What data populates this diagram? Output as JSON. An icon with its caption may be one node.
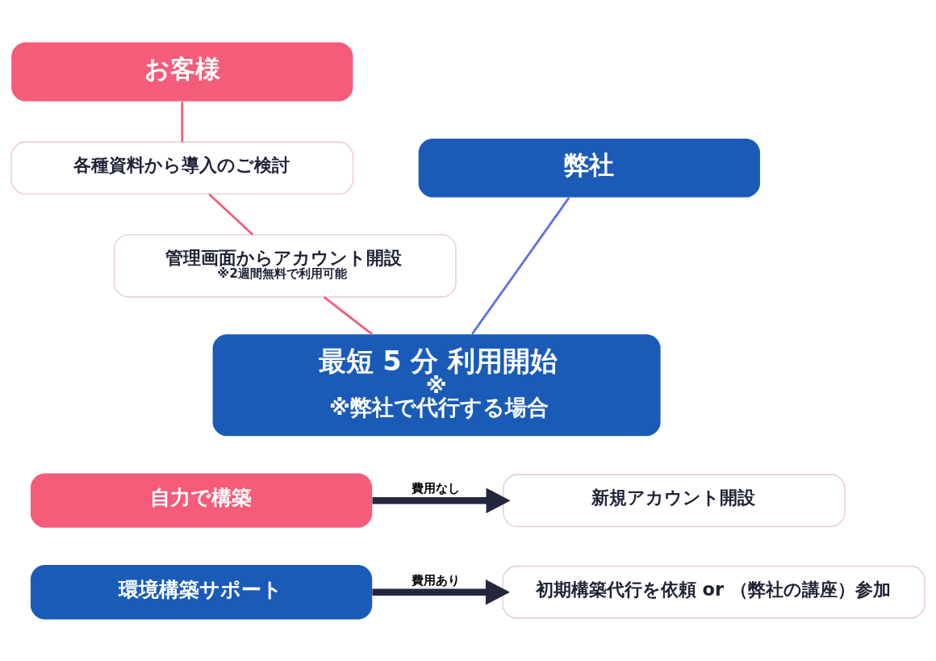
{
  "diagram": {
    "nodes": [
      {
        "text": [
          "お客様"
        ]
      },
      {
        "text": [
          "各種資料から導入のご検討"
        ]
      },
      {
        "text": [
          "弊社"
        ]
      },
      {
        "text": [
          "管理画面からアカウント開設",
          "※2週間無料で利用可能"
        ]
      },
      {
        "text": [
          "最短 5 分 利用開始",
          "※",
          "※弊社で代行する場合"
        ]
      },
      {
        "text": [
          "自力で構築"
        ]
      },
      {
        "text": [
          "新規アカウント開設"
        ]
      },
      {
        "text": [
          "環境構築サポート"
        ]
      },
      {
        "text": [
          "初期構築代行を依頼 or （弊社の講座）参加"
        ]
      }
    ],
    "edges": [
      {
        "from": 0,
        "to": 1,
        "arrow": "none"
      },
      {
        "from": 1,
        "to": 3,
        "arrow": "none"
      },
      {
        "from": 3,
        "to": 4,
        "arrow": "none"
      },
      {
        "from": 2,
        "to": 4,
        "arrow": "none",
        "color": "#5b6ee8"
      },
      {
        "from": 5,
        "to": 6,
        "arrow": "to",
        "label": "費用なし",
        "style": "thick",
        "color": "#23263f"
      },
      {
        "from": 7,
        "to": 8,
        "arrow": "to",
        "label": "費用あり",
        "style": "thick",
        "color": "#23263f"
      }
    ]
  }
}
